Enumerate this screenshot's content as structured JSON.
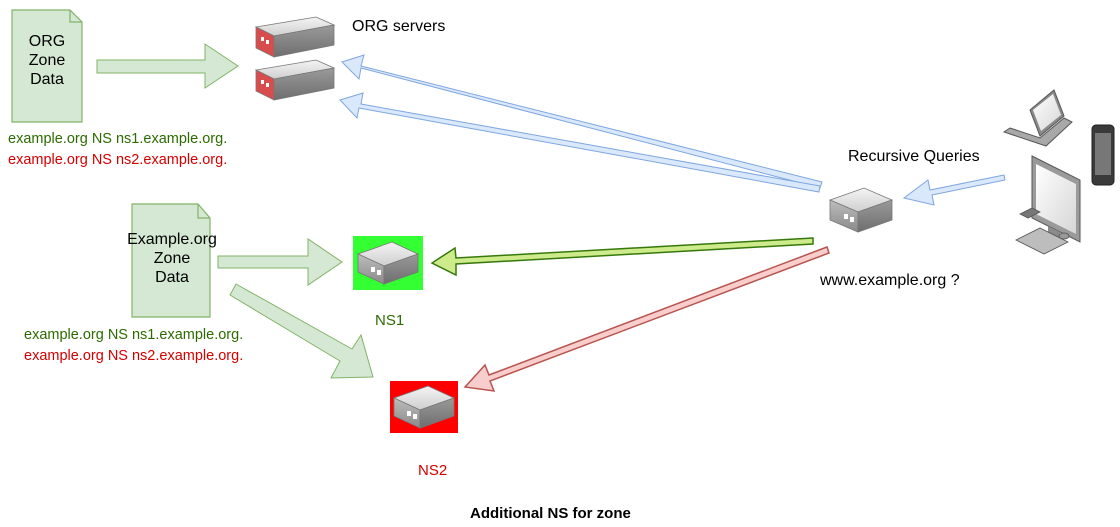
{
  "title": "Additional NS for zone",
  "org_zone": {
    "lines": [
      "ORG",
      "Zone",
      "Data"
    ]
  },
  "example_zone": {
    "lines": [
      "Example.org",
      "Zone",
      "Data"
    ]
  },
  "org_servers_label": "ORG servers",
  "recursive_label": "Recursive Queries",
  "query_label": "www.example.org ?",
  "ns1_label": "NS1",
  "ns2_label": "NS2",
  "org_records": {
    "ns1": "example.org NS ns1.example.org.",
    "ns2": "example.org NS ns2.example.org."
  },
  "example_records": {
    "ns1": "example.org NS ns1.example.org.",
    "ns2": "example.org NS ns2.example.org."
  },
  "colors": {
    "green_text": "#2d6b00",
    "red_text": "#d40000",
    "ns1_fill": "#33ff33",
    "ns2_fill": "#ff0000",
    "zone_arrow": "#d5e8d4",
    "blue_arrow": "#dae8fc",
    "lime_arrow": "#cdeb8b",
    "pink_arrow": "#f8cecc"
  }
}
